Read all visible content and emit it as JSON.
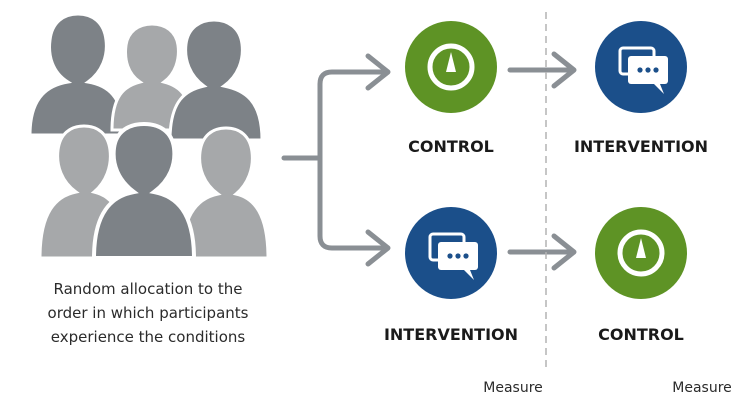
{
  "caption": {
    "lines": [
      "Random allocation to the",
      "order in which participants",
      "experience the conditions"
    ]
  },
  "labels": {
    "top_first": "CONTROL",
    "top_second": "INTERVENTION",
    "bottom_first": "INTERVENTION",
    "bottom_second": "CONTROL"
  },
  "measure": {
    "first": "Measure",
    "second": "Measure"
  },
  "colors": {
    "control": "#5e9325",
    "intervention": "#1b4f8a",
    "arrow": "#8a8f94",
    "people_dark": "#7d8287",
    "people_light": "#a6a8aa",
    "divider": "#b3b3b3"
  },
  "icons": {
    "control": "gauge-icon",
    "intervention": "chat-bubbles-icon"
  }
}
